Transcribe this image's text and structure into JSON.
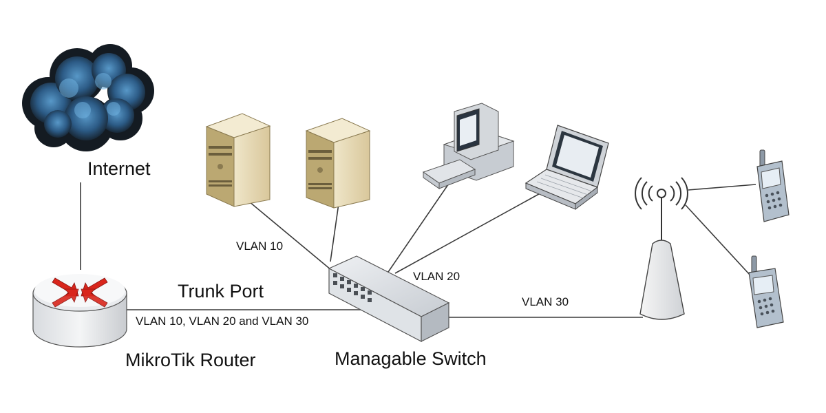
{
  "labels": {
    "internet": "Internet",
    "router": "MikroTik Router",
    "switch": "Managable Switch",
    "trunk_port": "Trunk Port",
    "trunk_vlans": "VLAN 10, VLAN 20 and VLAN 30",
    "vlan10": "VLAN 10",
    "vlan20": "VLAN 20",
    "vlan30": "VLAN 30"
  },
  "colors": {
    "line": "#3a3a3a",
    "cloud_dark": "#1e2a36",
    "cloud_blue": "#3f7fb3",
    "router_arrow": "#d9261c",
    "server_body": "#eadcb6",
    "device_gray": "#cfd3d8",
    "phone_blue": "#a9b7c6"
  }
}
